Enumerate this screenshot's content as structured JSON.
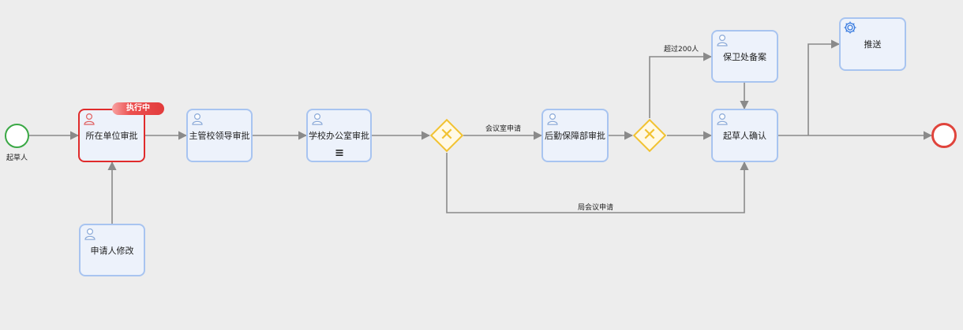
{
  "nodes": {
    "start": {
      "label": "起草人"
    },
    "unit_approval": {
      "label": "所在单位审批",
      "badge": "执行中"
    },
    "applicant_modify": {
      "label": "申请人修改"
    },
    "leader_approval": {
      "label": "主管校领导审批"
    },
    "office_approval": {
      "label": "学校办公室审批"
    },
    "logistics_approval": {
      "label": "后勤保障部审批"
    },
    "security_filing": {
      "label": "保卫处备案"
    },
    "drafter_confirm": {
      "label": "起草人确认"
    },
    "push": {
      "label": "推送"
    }
  },
  "edges": {
    "meeting_room_request": "会议室申请",
    "over_200": "超过200人",
    "no_meeting_request": "局会议申请"
  },
  "colors": {
    "task_border": "#a8c4f0",
    "task_fill": "#edf2fb",
    "active_border": "#e02b2b",
    "gateway": "#f1c232",
    "start": "#3aa845",
    "end": "#e0443c",
    "edge": "#8a8a8a"
  },
  "icons": {
    "task": "user-icon",
    "service": "gear-icon",
    "multi_instance": "parallel-lines-icon",
    "gateway": "exclusive-x-icon"
  }
}
